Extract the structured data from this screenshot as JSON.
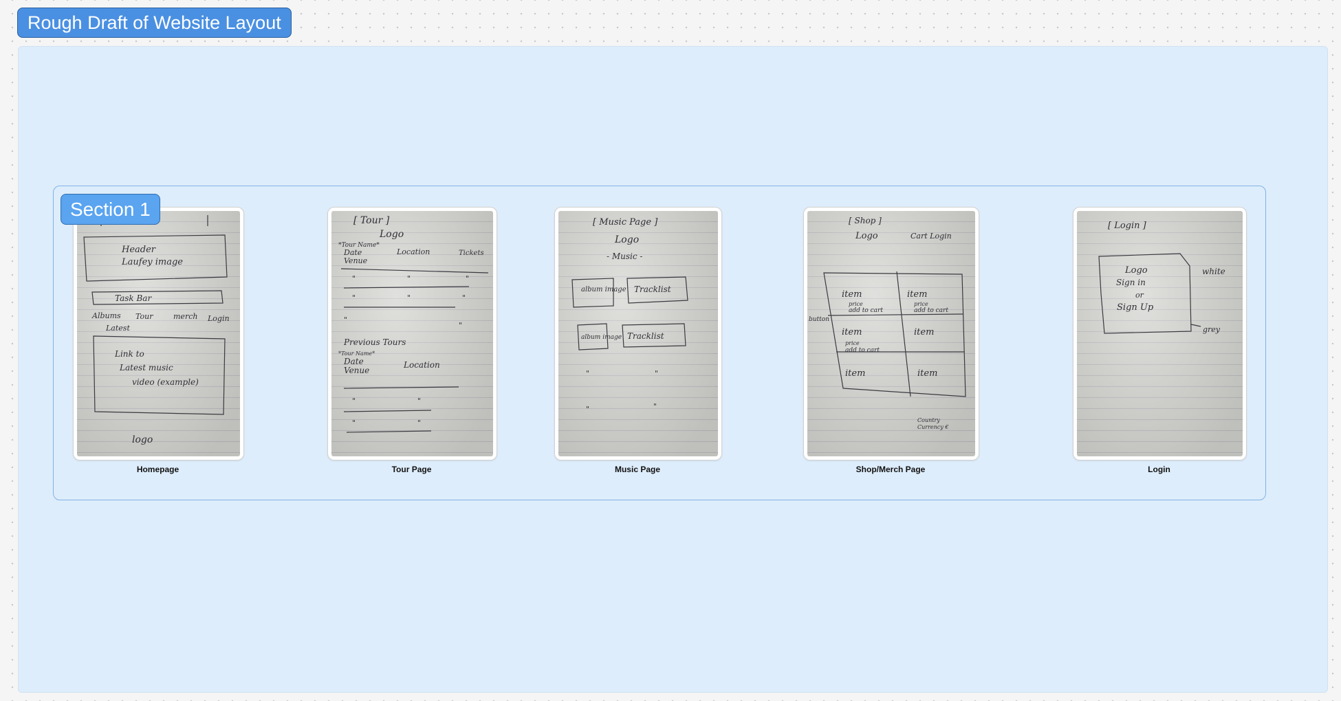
{
  "board": {
    "title": "Rough Draft of Website Layout"
  },
  "section": {
    "label": "Section 1"
  },
  "cards": [
    {
      "caption": "Homepage"
    },
    {
      "caption": "Tour Page"
    },
    {
      "caption": "Music Page"
    },
    {
      "caption": "Shop/Merch Page"
    },
    {
      "caption": "Login"
    }
  ],
  "sketches": {
    "homepage": {
      "header_line1": "Header",
      "header_line2": "Laufey image",
      "tab_bar": "Task Bar",
      "nav": [
        "Albums",
        "Tour",
        "merch",
        "Login"
      ],
      "latest": "Latest",
      "video_line1": "Link to",
      "video_line2": "Latest music",
      "video_line3": "video (example)",
      "footer": "logo"
    },
    "tour": {
      "title": "[ Tour ]",
      "logo": "Logo",
      "tour_name": "*Tour Name*",
      "col_date": "Date",
      "col_location": "Location",
      "col_tickets": "Tickets",
      "col_venue": "Venue",
      "ditto": "\"",
      "previous": "Previous Tours",
      "prev_tour_name": "*Tour Name*",
      "prev_date": "Date",
      "prev_location": "Location",
      "prev_venue": "Venue"
    },
    "music": {
      "title": "[ Music Page ]",
      "logo": "Logo",
      "music": "- Music -",
      "album_image": "album image",
      "tracklist": "Tracklist",
      "ditto": "\""
    },
    "shop": {
      "title": "[ Shop ]",
      "logo": "Logo",
      "cart_login": "Cart  Login",
      "button": "button",
      "item": "item",
      "price": "price",
      "add_to_cart": "add to cart",
      "country": "Country",
      "currency": "Currency €"
    },
    "login": {
      "title": "[ Login ]",
      "logo": "Logo",
      "sign_in": "Sign in",
      "or": "or",
      "sign_up": "Sign Up",
      "white": "white",
      "grey": "grey"
    }
  }
}
